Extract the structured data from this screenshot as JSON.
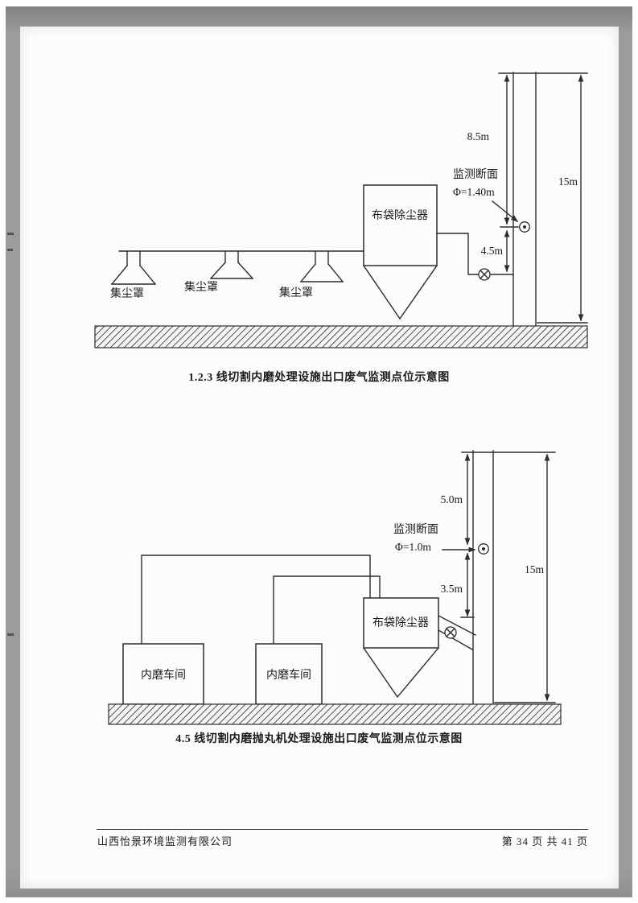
{
  "colors": {
    "ink": "#2d2d2d",
    "scan_frame": "#9c9c9c",
    "paper": "#fcfcfa"
  },
  "diagram1": {
    "caption": "1.2.3 线切割内磨处理设施出口废气监测点位示意图",
    "collector": "布袋除尘器",
    "hoods": [
      "集尘罩",
      "集尘罩",
      "集尘罩"
    ],
    "monitor_label": "监测断面",
    "monitor_diameter": "Φ=1.40m",
    "dim_upper": "8.5m",
    "dim_lower": "4.5m",
    "dim_total": "15m"
  },
  "diagram2": {
    "caption": "4.5 线切割内磨抛丸机处理设施出口废气监测点位示意图",
    "collector": "布袋除尘器",
    "workshops": [
      "内磨车间",
      "内磨车间"
    ],
    "monitor_label": "监测断面",
    "monitor_diameter": "Φ=1.0m",
    "dim_upper": "5.0m",
    "dim_lower": "3.5m",
    "dim_total": "15m"
  },
  "footer": {
    "company": "山西怡景环境监测有限公司",
    "page_info": "第 34 页 共 41 页"
  }
}
